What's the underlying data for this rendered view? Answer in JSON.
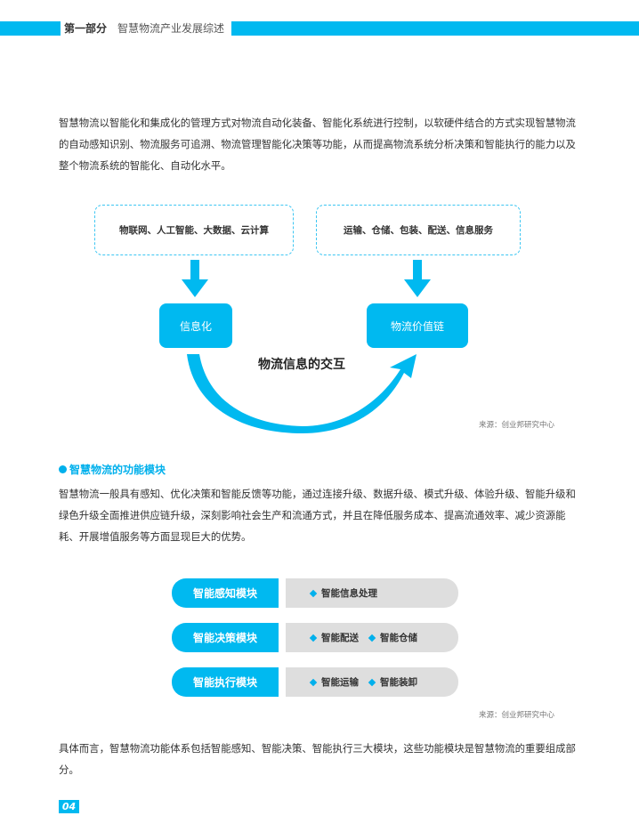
{
  "header": {
    "part": "第一部分",
    "title": "智慧物流产业发展综述"
  },
  "intro": {
    "text": "智慧物流以智能化和集成化的管理方式对物流自动化装备、智能化系统进行控制，以软硬件结合的方式实现智慧物流的自动感知识别、物流服务可追溯、物流管理智能化决策等功能，从而提高物流系统分析决策和智能执行的能力以及整个物流系统的智能化、自动化水平。"
  },
  "diagram1": {
    "left_box": "物联网、人工智能、大数据、云计算",
    "right_box": "运输、仓储、包装、配送、信息服务",
    "left_node": "信息化",
    "right_node": "物流价值链",
    "curve_label": "物流信息的交互",
    "source": "来源：创业邦研究中心",
    "colors": {
      "accent": "#00b9f0",
      "dashed_border": "#3dc6f2"
    }
  },
  "section": {
    "heading": "智慧物流的功能模块",
    "text": "智慧物流一般具有感知、优化决策和智能反馈等功能，通过连接升级、数据升级、模式升级、体验升级、智能升级和绿色升级全面推进供应链升级，深刻影响社会生产和流通方式，并且在降低服务成本、提高流通效率、减少资源能耗、开展增值服务等方面显现巨大的优势。"
  },
  "modules": {
    "rows": [
      {
        "label": "智能感知模块",
        "items": [
          "智能信息处理"
        ]
      },
      {
        "label": "智能决策模块",
        "items": [
          "智能配送",
          "智能仓储"
        ]
      },
      {
        "label": "智能执行模块",
        "items": [
          "智能运输",
          "智能装卸"
        ]
      }
    ],
    "source": "来源：创业邦研究中心",
    "colors": {
      "label_bg": "#00b9f0",
      "items_bg": "#dedede"
    }
  },
  "conclusion": {
    "text": "具体而言，智慧物流功能体系包括智能感知、智能决策、智能执行三大模块，这些功能模块是智慧物流的重要组成部分。"
  },
  "footer": {
    "page_number": "04"
  }
}
